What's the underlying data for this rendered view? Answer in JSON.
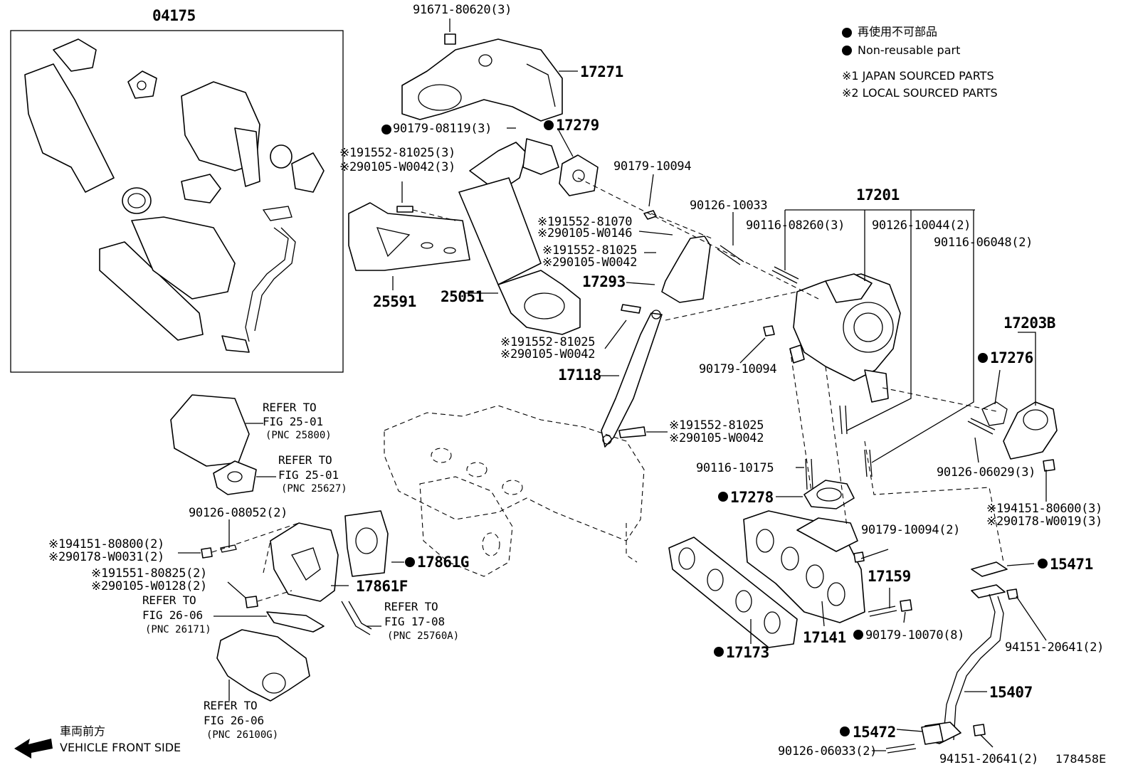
{
  "legend": {
    "non_reusable_jp": "再使用不可部品",
    "non_reusable_en": "Non-reusable part",
    "note1": "※1 JAPAN SOURCED PARTS",
    "note2": "※2 LOCAL SOURCED PARTS"
  },
  "kit_label": "04175",
  "front": {
    "jp": "車両前方",
    "en": "VEHICLE FRONT SIDE"
  },
  "figure_id": "178458E",
  "labels": {
    "p91671": "91671-80620(3)",
    "p17271": "17271",
    "p90179_08119": "90179-08119(3)",
    "p17279": "17279",
    "p191552_81025a": "※191552-81025(3)",
    "p290105_w0042a": "※290105-W0042(3)",
    "p90179_10094a": "90179-10094",
    "p90126_10033": "90126-10033",
    "p17201": "17201",
    "p90116_08260": "90116-08260(3)",
    "p90126_10044": "90126-10044(2)",
    "p90116_06048": "90116-06048(2)",
    "p191552_81070": "※191552-81070",
    "p290105_w0146": "※290105-W0146",
    "p191552_81025b": "※191552-81025",
    "p290105_w0042b": "※290105-W0042",
    "p17293": "17293",
    "p25591": "25591",
    "p25051": "25051",
    "p191552_81025c": "※191552-81025",
    "p290105_w0042c": "※290105-W0042",
    "p17118": "17118",
    "p90179_10094b": "90179-10094",
    "p17203b": "17203B",
    "p17276": "17276",
    "p191552_81025d": "※191552-81025",
    "p290105_w0042d": "※290105-W0042",
    "p90116_10175": "90116-10175",
    "p90126_06029": "90126-06029(3)",
    "p17278": "17278",
    "p194151_80600": "※194151-80600(3)",
    "p290178_w0019": "※290178-W0019(3)",
    "p90179_10094c": "90179-10094(2)",
    "p15471": "15471",
    "p17159": "17159",
    "p94151_20641a": "94151-20641(2)",
    "p90179_10070": "90179-10070(8)",
    "p17141": "17141",
    "p17173": "17173",
    "p15407": "15407",
    "p15472": "15472",
    "p90126_06033": "90126-06033(2)",
    "p94151_20641b": "94151-20641(2)",
    "p90126_08052": "90126-08052(2)",
    "p194151_80800": "※194151-80800(2)",
    "p290178_w0031": "※290178-W0031(2)",
    "p191551_80825": "※191551-80825(2)",
    "p290105_w0128": "※290105-W0128(2)",
    "p17861g": "17861G",
    "p17861f": "17861F"
  },
  "refs": {
    "r1_line1": "REFER TO",
    "r1_line2": "FIG 25-01",
    "r1_line3": "(PNC 25800)",
    "r2_line1": "REFER TO",
    "r2_line2": "FIG 25-01",
    "r2_line3": "(PNC 25627)",
    "r3_line1": "REFER TO",
    "r3_line2": "FIG 26-06",
    "r3_line3": "(PNC 26171)",
    "r4_line1": "REFER TO",
    "r4_line2": "FIG 17-08",
    "r4_line3": "(PNC 25760A)",
    "r5_line1": "REFER TO",
    "r5_line2": "FIG 26-06",
    "r5_line3": "(PNC 26100G)"
  }
}
